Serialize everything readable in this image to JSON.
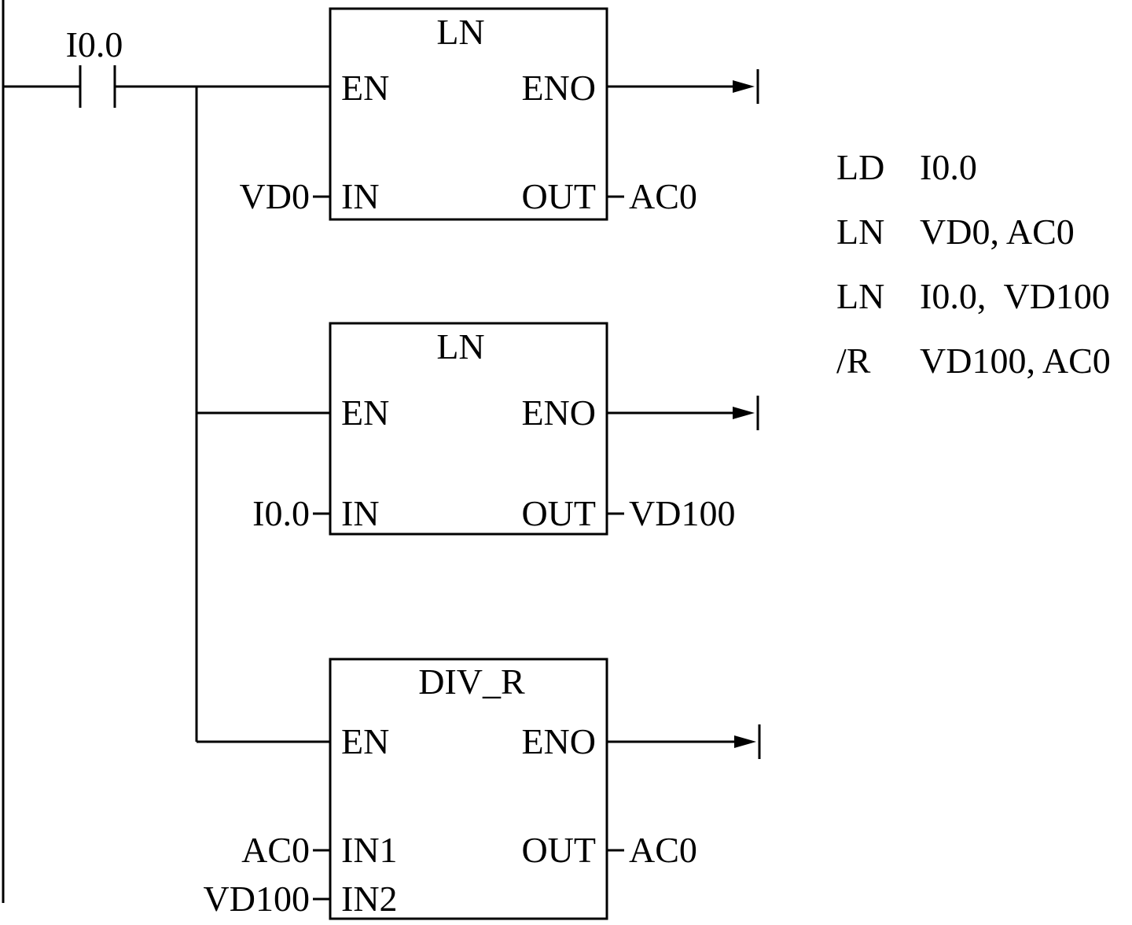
{
  "contact": {
    "address": "I0.0"
  },
  "blocks": [
    {
      "title": "LN",
      "pin_en": "EN",
      "pin_eno": "ENO",
      "pin_in": "IN",
      "pin_out": "OUT",
      "in_operand": "VD0",
      "out_operand": "AC0"
    },
    {
      "title": "LN",
      "pin_en": "EN",
      "pin_eno": "ENO",
      "pin_in": "IN",
      "pin_out": "OUT",
      "in_operand": "I0.0",
      "out_operand": "VD100"
    },
    {
      "title": "DIV_R",
      "pin_en": "EN",
      "pin_eno": "ENO",
      "pin_in1": "IN1",
      "pin_in2": "IN2",
      "pin_out": "OUT",
      "in1_operand": "AC0",
      "in2_operand": "VD100",
      "out_operand": "AC0"
    }
  ],
  "statement_list": [
    {
      "op": "LD",
      "args": "I0.0"
    },
    {
      "op": "LN",
      "args": "VD0, AC0"
    },
    {
      "op": "LN",
      "args": "I0.0,  VD100"
    },
    {
      "op": "/R",
      "args": "VD100, AC0"
    }
  ]
}
